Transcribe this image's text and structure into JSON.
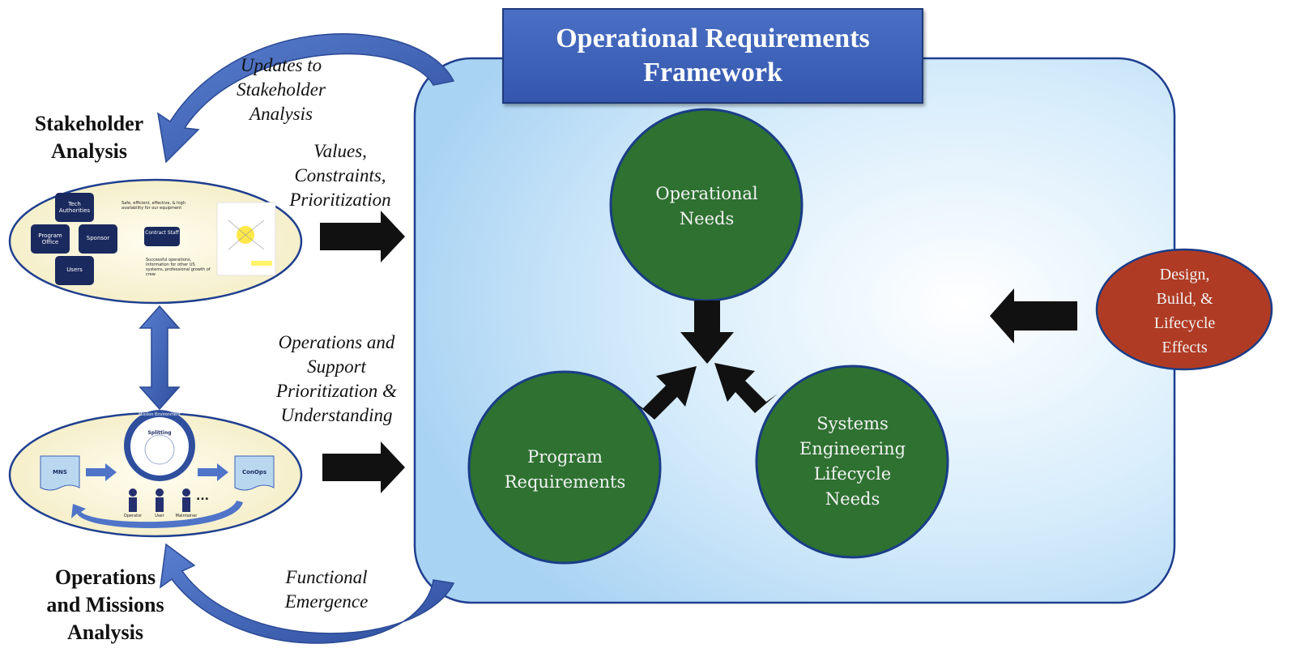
{
  "title": {
    "line1": "Operational Requirements",
    "line2": "Framework"
  },
  "nodes": {
    "operational_needs": [
      "Operational",
      "Needs"
    ],
    "program_requirements": [
      "Program",
      "Requirements"
    ],
    "systems_engineering": [
      "Systems",
      "Engineering",
      "Lifecycle",
      "Needs"
    ],
    "design_build": [
      "Design,",
      "Build, &",
      "Lifecycle",
      "Effects"
    ]
  },
  "left_labels": {
    "stakeholder_analysis": [
      "Stakeholder",
      "Analysis"
    ],
    "operations_missions": [
      "Operations",
      "and Missions",
      "Analysis"
    ]
  },
  "flow_labels": {
    "updates": [
      "Updates to",
      "Stakeholder",
      "Analysis"
    ],
    "values": [
      "Values,",
      "Constraints,",
      "Prioritization"
    ],
    "operations_support": [
      "Operations and",
      "Support",
      "Prioritization &",
      "Understanding"
    ],
    "functional_emergence": [
      "Functional",
      "Emergence"
    ]
  },
  "stakeholder_thumbnail": {
    "boxes": [
      "Tech Authorities",
      "Program Office",
      "Sponsor",
      "Users",
      "Contract Staff"
    ],
    "note1": "Safe, efficient, effective, & high availability for our equipment",
    "note2": "Successful operations, information for other US systems, professional growth of crew"
  },
  "operations_thumbnail": {
    "doc_left": "MNS",
    "doc_right": "ConOps",
    "ring_title": "Mission Environment",
    "ring_center": "Splitting",
    "people": [
      "Operator",
      "User",
      "Maintainer"
    ],
    "ellipsis": "..."
  },
  "colors": {
    "framework_fill": "#bfe0f8",
    "circle_green": "#2e7131",
    "circle_border": "#1a3d87",
    "title_blue": "#3f62b8",
    "design_red": "#b03b24",
    "arrow_blue": "#3b5fb8",
    "arrow_dark": "#111111"
  }
}
